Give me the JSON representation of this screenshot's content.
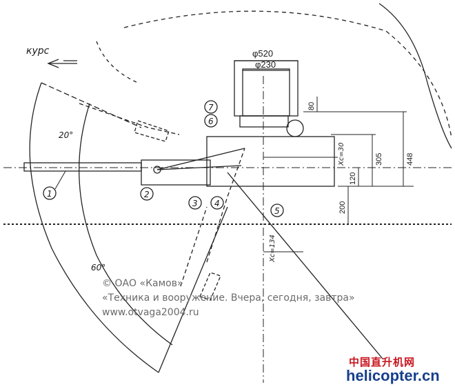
{
  "heading_label": "курс",
  "dims": {
    "d520": "φ520",
    "d230": "φ230",
    "h80": "80",
    "h448": "448",
    "h305": "305",
    "h120": "120",
    "h200": "200",
    "xc30": "Xc=30",
    "xc134": "Xc=134"
  },
  "angles": {
    "a20": "20°",
    "a60": "60°"
  },
  "callouts": [
    "1",
    "2",
    "3",
    "4",
    "5",
    "6",
    "7"
  ],
  "copyright": {
    "line1": "© ОАО «Камов»",
    "line2": "«Техника и вооружение. Вчера, сегодня, завтра»",
    "line3": "www.otvaga2004.ru"
  },
  "watermark": {
    "cn": "中国直升机网",
    "en": "helicopter.cn"
  }
}
